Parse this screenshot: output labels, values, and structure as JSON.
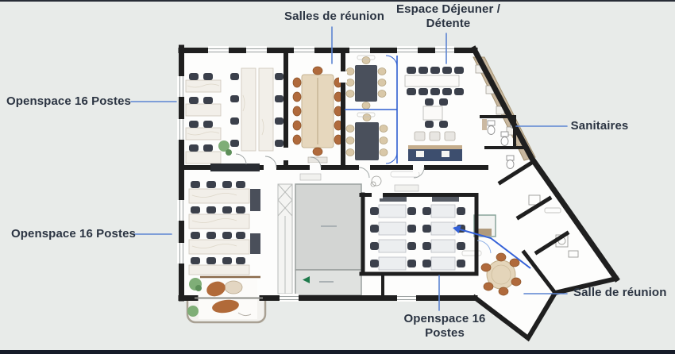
{
  "colors": {
    "background": "#e8ebe9",
    "label_text": "#2b3442",
    "connector_blue": "#5b84d2",
    "glass_blue": "#2f5fd0",
    "route_blue": "#3562d8",
    "wall": "#1f1f1f",
    "bottom_bar": "#161c29",
    "exit_green": "#1e7a4b"
  },
  "annotations": {
    "meeting_rooms_top": {
      "label": "Salles de réunion"
    },
    "lunch_area": {
      "line1": "Espace Déjeuner /",
      "line2": "Détente"
    },
    "openspace_top_left": {
      "label": "Openspace 16 Postes"
    },
    "openspace_mid_left": {
      "label": "Openspace 16 Postes"
    },
    "sanitaires": {
      "label": "Sanitaires"
    },
    "meeting_room_bottom_right": {
      "label": "Salle de réunion"
    },
    "openspace_bottom": {
      "line1": "Openspace 16",
      "line2": "Postes"
    }
  }
}
